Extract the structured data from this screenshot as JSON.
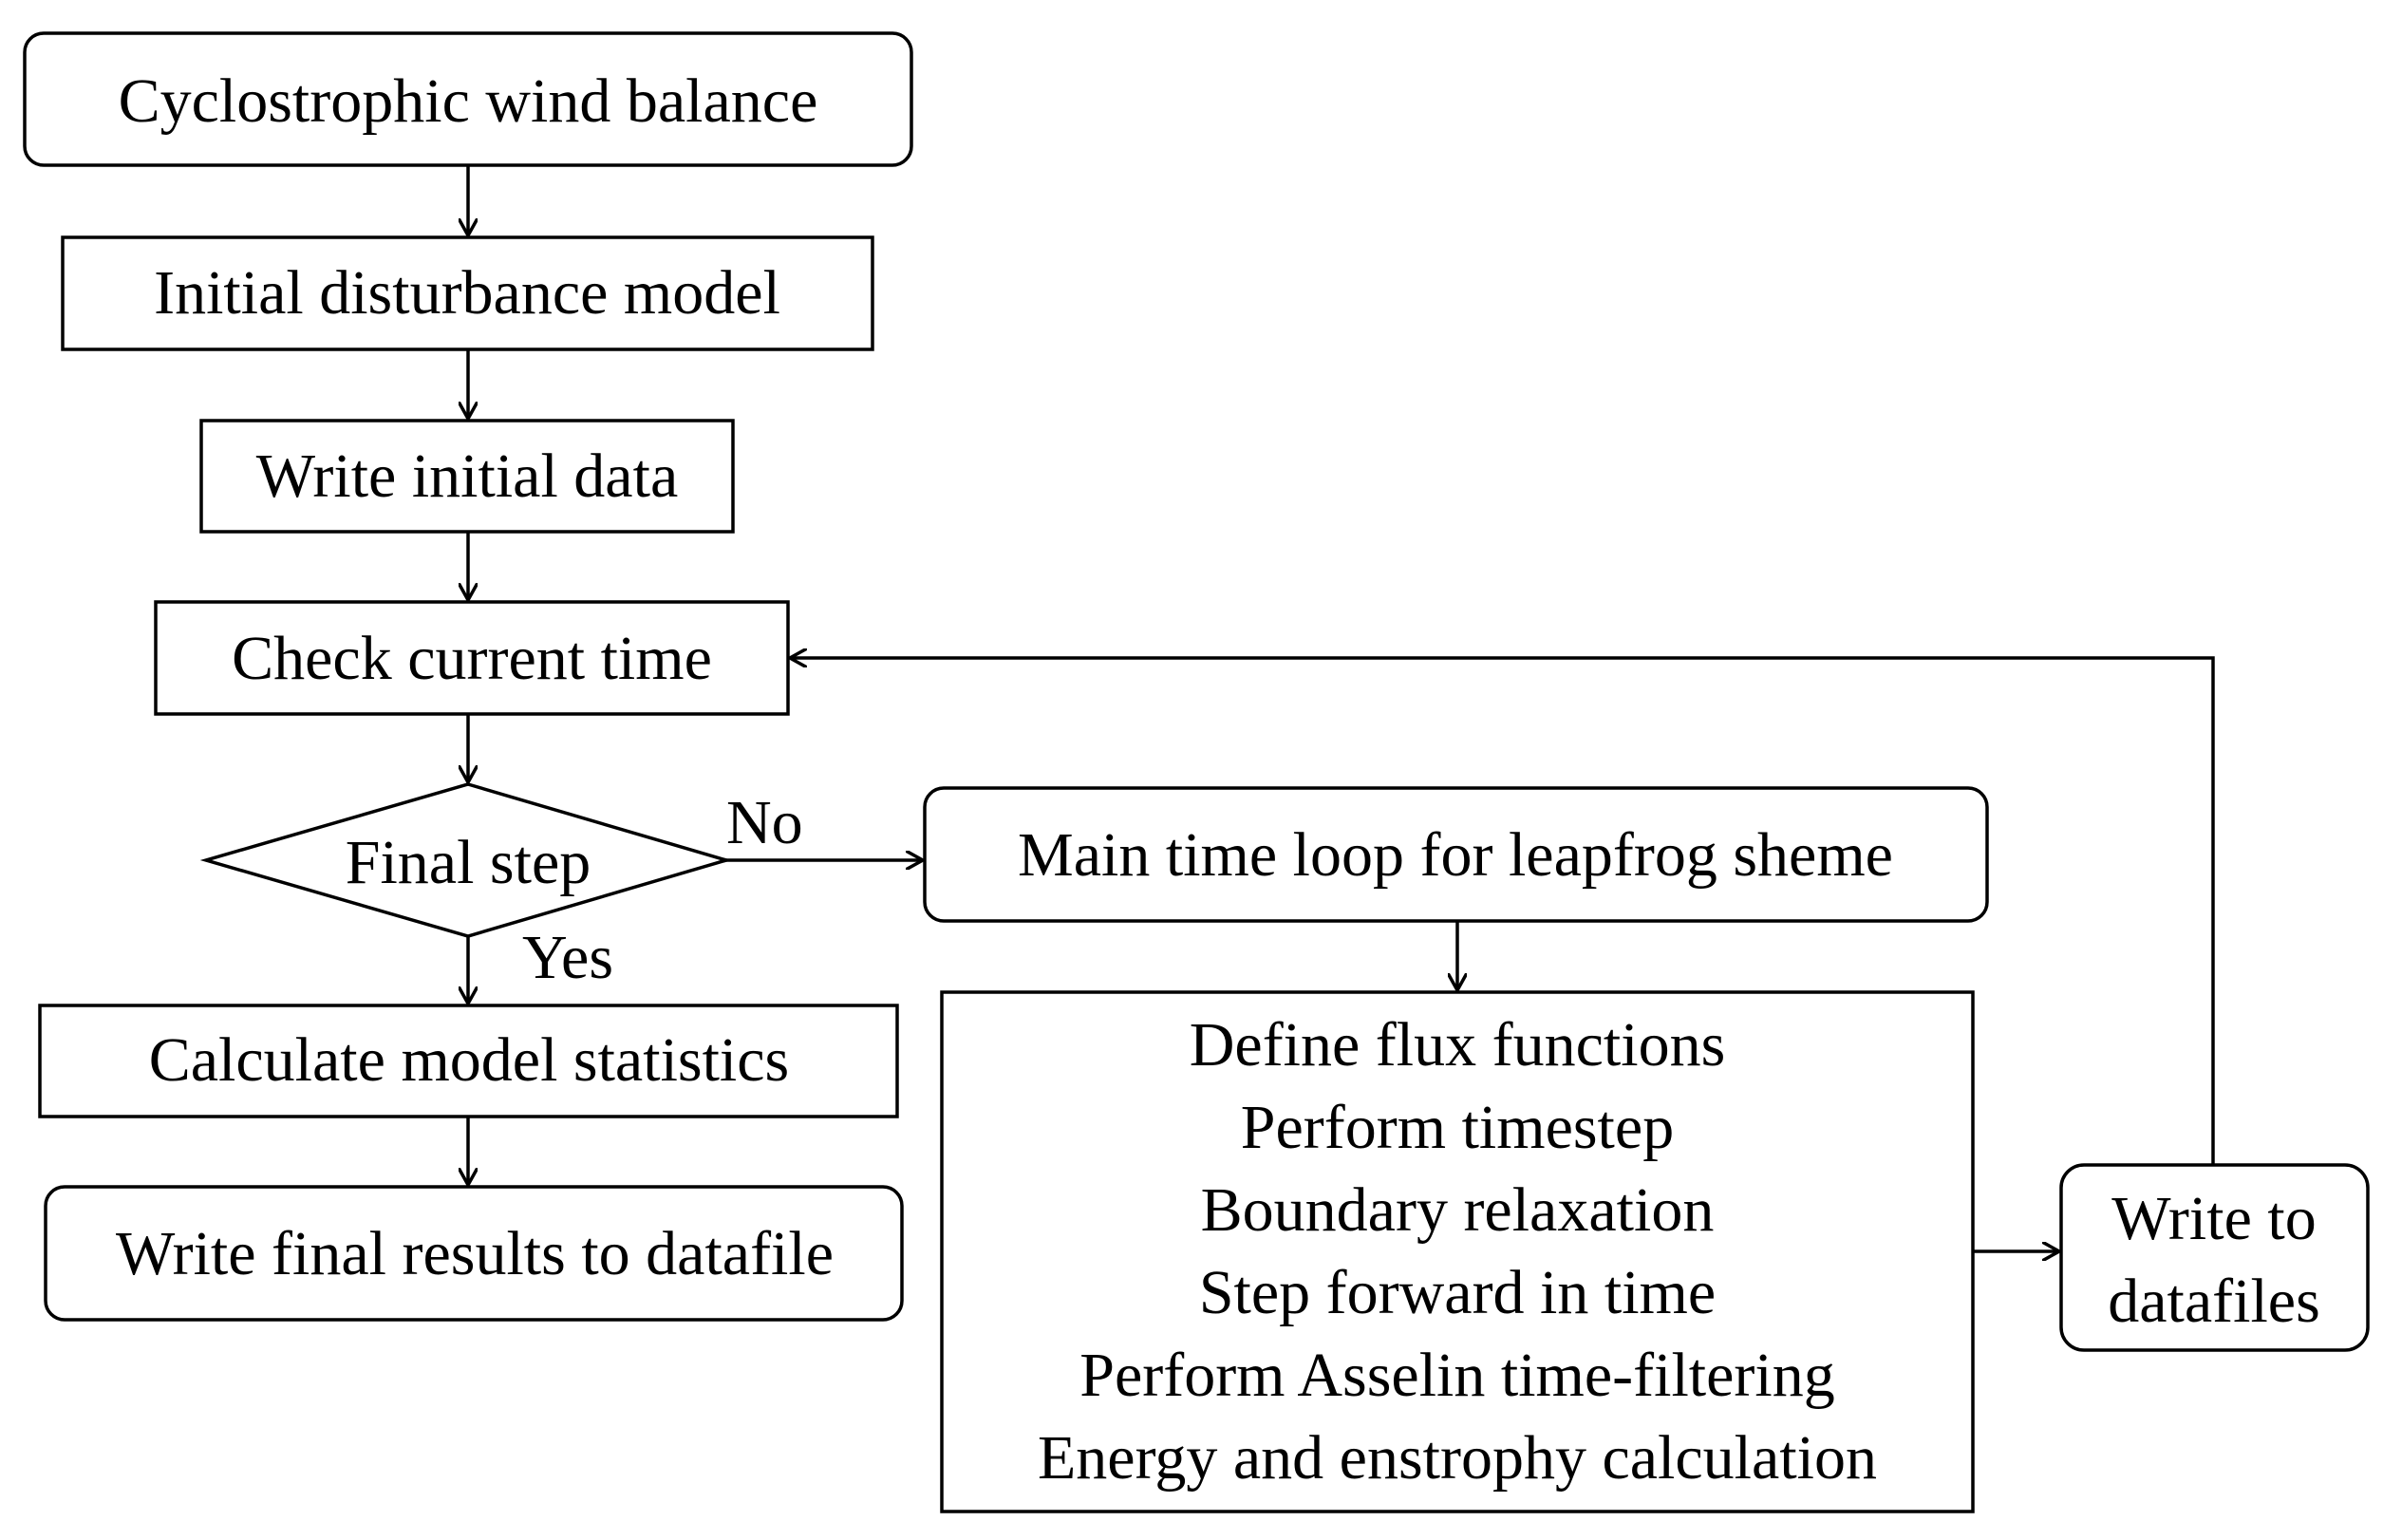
{
  "diagram": {
    "nodes": {
      "cyclostrophic": {
        "label": "Cyclostrophic wind balance"
      },
      "initial_disturbance": {
        "label": "Initial disturbance model"
      },
      "write_initial": {
        "label": "Write initial data"
      },
      "check_time": {
        "label": "Check current time"
      },
      "final_step": {
        "label": "Final step"
      },
      "main_loop": {
        "label": "Main time loop for leapfrog sheme"
      },
      "loop_steps": {
        "lines": [
          "Define flux functions",
          "Perform timestep",
          "Boundary relaxation",
          "Step forward in time",
          "Perform Asselin time-filtering",
          "Energy and enstrophy calculation"
        ]
      },
      "write_datafiles": {
        "lines": [
          "Write to",
          "datafiles"
        ]
      },
      "calc_stats": {
        "label": "Calculate model statistics"
      },
      "write_final": {
        "label": "Write final results to datafile"
      }
    },
    "edges": {
      "no_label": "No",
      "yes_label": "Yes"
    }
  }
}
